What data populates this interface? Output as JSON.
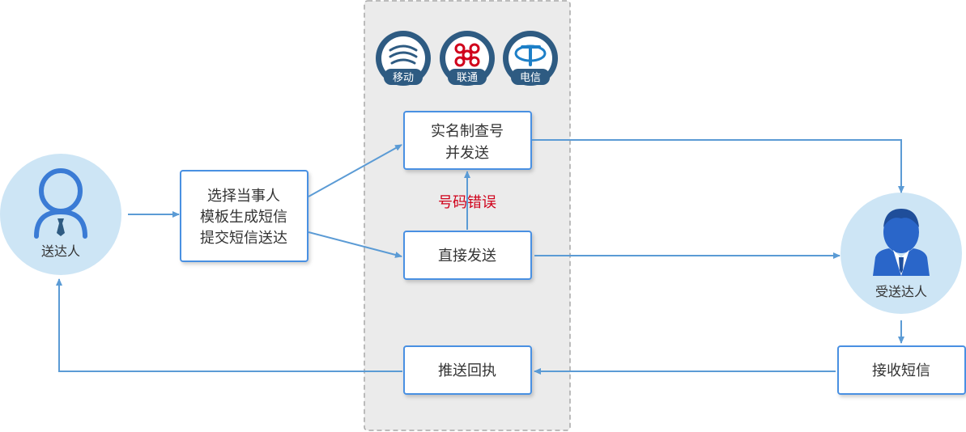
{
  "colors": {
    "accent": "#5b9bd5",
    "box_border": "#4a90e2",
    "person_circle": "#cde5f5",
    "person_icon": "#3a7bd5",
    "error_text": "#d0021b",
    "panel_bg": "#ebebeb",
    "panel_border": "#a8a8a8",
    "carrier_circle": "#2e5b82",
    "carrier_label_bg": "#2e5b82"
  },
  "sender": {
    "label": "送达人",
    "icon": "user-outline-icon"
  },
  "receiver": {
    "label": "受送达人",
    "icon": "user-suit-icon"
  },
  "carriers": [
    {
      "label": "移动",
      "icon": "china-mobile-logo"
    },
    {
      "label": "联通",
      "icon": "china-unicom-logo"
    },
    {
      "label": "电信",
      "icon": "china-telecom-logo"
    }
  ],
  "boxes": {
    "compose": {
      "lines": [
        "选择当事人",
        "模板生成短信",
        "提交短信送达"
      ]
    },
    "realname": {
      "lines": [
        "实名制查号",
        "并发送"
      ]
    },
    "direct": {
      "lines": [
        "直接发送"
      ]
    },
    "receipt": {
      "lines": [
        "推送回执"
      ]
    },
    "receive": {
      "lines": [
        "接收短信"
      ]
    }
  },
  "error_label": "号码错误"
}
